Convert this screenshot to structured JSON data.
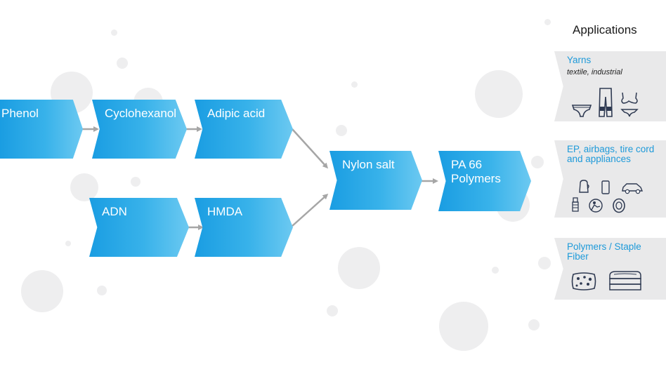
{
  "flow": {
    "phenol": "Phenol",
    "cyclohexanol": "Cyclohexanol",
    "adipic_acid": "Adipic acid",
    "adn": "ADN",
    "hmda": "HMDA",
    "nylon_salt": "Nylon salt",
    "pa66_line1": "PA 66",
    "pa66_line2": "Polymers"
  },
  "applications": {
    "header": "Applications",
    "yarns_title": "Yarns",
    "yarns_sub": "textile, industrial",
    "ep_line1": "EP, airbags, tire cord",
    "ep_line2": "and appliances",
    "poly_line1": "Polymers / Staple",
    "poly_line2": "Fiber"
  },
  "icons": {
    "yarns": [
      "briefs-icon",
      "leggings-icon",
      "bikini-icon"
    ],
    "ep": [
      "kettle-icon",
      "phone-icon",
      "car-icon",
      "spark-plug-icon",
      "airbag-icon",
      "tire-icon"
    ],
    "polymers": [
      "sponge-icon",
      "folded-towels-icon"
    ]
  },
  "colors": {
    "chevron_start": "#1a9de2",
    "chevron_end": "#6cc9f1",
    "arrow": "#a6a6a6",
    "panel": "#e9e9ea",
    "accent_text": "#1e9ad9",
    "icon_stroke": "#2f3a52"
  }
}
